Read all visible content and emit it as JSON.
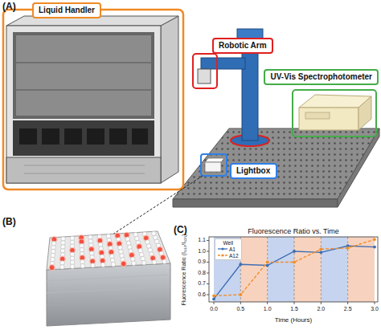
{
  "diagram": {
    "nodes": [
      {
        "text": [
          "Liquid Handler"
        ]
      },
      {
        "text": [
          "Robotic Arm"
        ]
      },
      {
        "text": [
          "UV-Vis Spectrophotometer"
        ]
      },
      {
        "text": [
          "Lightbox"
        ]
      }
    ],
    "labels": [
      "(A)",
      "(B)",
      "(C)",
      "Fluorescence Ratio vs. Time",
      "Fluorescence Ratio (I₆₃₂/I₆₁₅)",
      "Time (Hours)",
      "0.6",
      "0.7",
      "0.8",
      "0.9",
      "1.0",
      "1.1",
      "0.0",
      "0.5",
      "1.0",
      "1.5",
      "2.0",
      "2.5",
      "3.0",
      "Well"
    ],
    "legend": [
      {
        "text": "A1"
      },
      {
        "text": "A12"
      }
    ]
  }
}
